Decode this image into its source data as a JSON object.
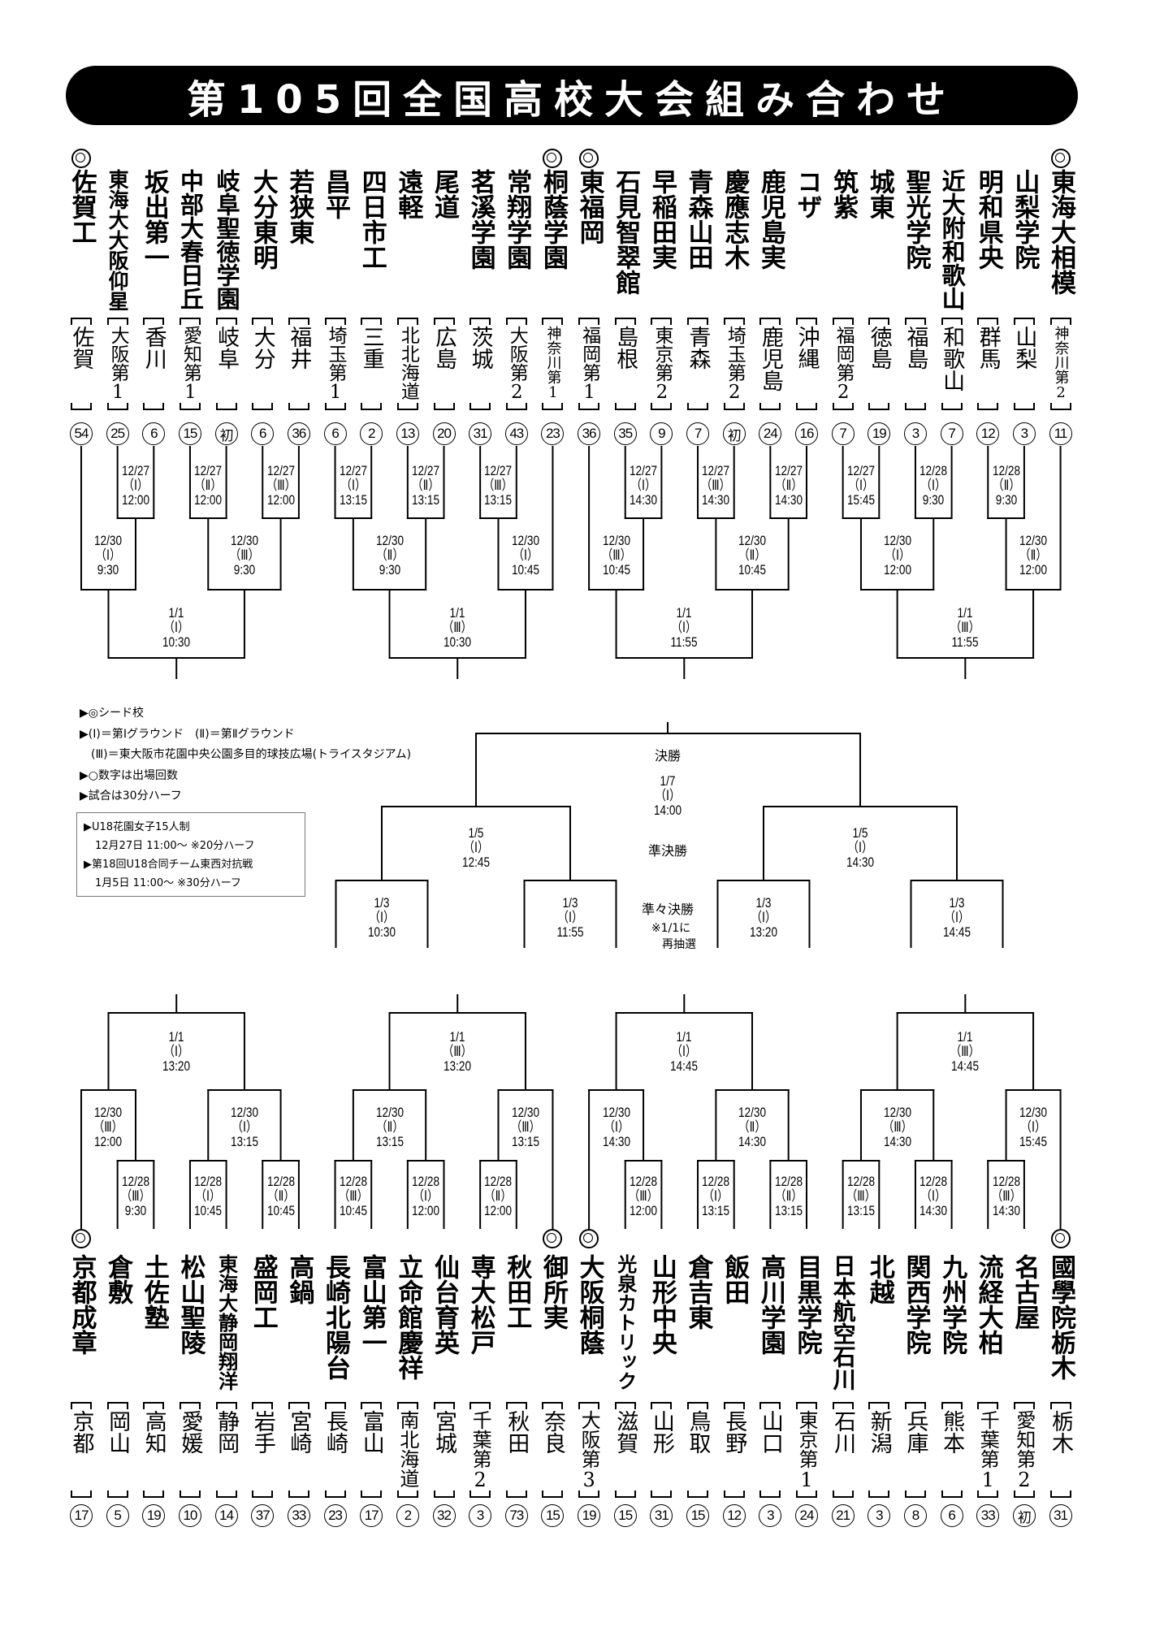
{
  "title": "第105回全国高校大会組み合わせ",
  "seed_mark": "◎",
  "legend": {
    "lines": [
      "▶◎シード校",
      "▶(Ⅰ)＝第Ⅰグラウンド　(Ⅱ)＝第Ⅱグラウンド",
      "(Ⅲ)＝東大阪市花園中央公園多目的球技広場(トライスタジアム)",
      "▶○数字は出場回数",
      "▶試合は30分ハーフ"
    ],
    "notice": [
      "▶U18花園女子15人制",
      "12月27日 11:00～ ※20分ハーフ",
      "▶第18回U18合同チーム東西対抗戦",
      "1月5日 11:00～ ※30分ハーフ"
    ]
  },
  "top": {
    "teams": [
      {
        "seed": true,
        "name": "佐賀工",
        "pref": "佐賀",
        "count": "54"
      },
      {
        "seed": false,
        "name": "東海大大阪仰星",
        "pref": "大阪第1",
        "count": "25"
      },
      {
        "seed": false,
        "name": "坂出第一",
        "pref": "香川",
        "count": "6"
      },
      {
        "seed": false,
        "name": "中部大春日丘",
        "pref": "愛知第1",
        "count": "15"
      },
      {
        "seed": false,
        "name": "岐阜聖徳学園",
        "pref": "岐阜",
        "count": "初"
      },
      {
        "seed": false,
        "name": "大分東明",
        "pref": "大分",
        "count": "6"
      },
      {
        "seed": false,
        "name": "若狭東",
        "pref": "福井",
        "count": "36"
      },
      {
        "seed": false,
        "name": "昌平",
        "pref": "埼玉第1",
        "count": "6"
      },
      {
        "seed": false,
        "name": "四日市工",
        "pref": "三重",
        "count": "2"
      },
      {
        "seed": false,
        "name": "遠軽",
        "pref": "北北海道",
        "count": "13"
      },
      {
        "seed": false,
        "name": "尾道",
        "pref": "広島",
        "count": "20"
      },
      {
        "seed": false,
        "name": "茗溪学園",
        "pref": "茨城",
        "count": "31"
      },
      {
        "seed": false,
        "name": "常翔学園",
        "pref": "大阪第2",
        "count": "43"
      },
      {
        "seed": true,
        "name": "桐蔭学園",
        "pref": "神奈川第1",
        "count": "23"
      },
      {
        "seed": true,
        "name": "東福岡",
        "pref": "福岡第1",
        "count": "36"
      },
      {
        "seed": false,
        "name": "石見智翠館",
        "pref": "島根",
        "count": "35"
      },
      {
        "seed": false,
        "name": "早稲田実",
        "pref": "東京第2",
        "count": "9"
      },
      {
        "seed": false,
        "name": "青森山田",
        "pref": "青森",
        "count": "7"
      },
      {
        "seed": false,
        "name": "慶應志木",
        "pref": "埼玉第2",
        "count": "初"
      },
      {
        "seed": false,
        "name": "鹿児島実",
        "pref": "鹿児島",
        "count": "24"
      },
      {
        "seed": false,
        "name": "コザ",
        "pref": "沖縄",
        "count": "16"
      },
      {
        "seed": false,
        "name": "筑紫",
        "pref": "福岡第2",
        "count": "7"
      },
      {
        "seed": false,
        "name": "城東",
        "pref": "徳島",
        "count": "19"
      },
      {
        "seed": false,
        "name": "聖光学院",
        "pref": "福島",
        "count": "3"
      },
      {
        "seed": false,
        "name": "近大附和歌山",
        "pref": "和歌山",
        "count": "7"
      },
      {
        "seed": false,
        "name": "明和県央",
        "pref": "群馬",
        "count": "12"
      },
      {
        "seed": false,
        "name": "山梨学院",
        "pref": "山梨",
        "count": "3"
      },
      {
        "seed": true,
        "name": "東海大相模",
        "pref": "神奈川第2",
        "count": "11"
      }
    ],
    "blocks": [
      {
        "r1": [
          [
            "12/27",
            "（Ⅰ）",
            "12:00"
          ],
          [
            "12/27",
            "（Ⅱ）",
            "12:00"
          ],
          [
            "12/27",
            "（Ⅲ）",
            "12:00"
          ]
        ],
        "r2": [
          [
            "12/30",
            "（Ⅰ）",
            "9:30"
          ],
          [
            "12/30",
            "（Ⅲ）",
            "9:30"
          ]
        ],
        "r3": [
          "1/1",
          "（Ⅰ）",
          "10:30"
        ]
      },
      {
        "r1": [
          [
            "12/27",
            "（Ⅰ）",
            "13:15"
          ],
          [
            "12/27",
            "（Ⅱ）",
            "13:15"
          ],
          [
            "12/27",
            "（Ⅲ）",
            "13:15"
          ]
        ],
        "r2": [
          [
            "12/30",
            "（Ⅱ）",
            "9:30"
          ],
          [
            "12/30",
            "（Ⅰ）",
            "10:45"
          ]
        ],
        "r3": [
          "1/1",
          "（Ⅲ）",
          "10:30"
        ]
      },
      {
        "r1": [
          [
            "12/27",
            "（Ⅰ）",
            "14:30"
          ],
          [
            "12/27",
            "（Ⅲ）",
            "14:30"
          ],
          [
            "12/27",
            "（Ⅱ）",
            "14:30"
          ]
        ],
        "r2": [
          [
            "12/30",
            "（Ⅲ）",
            "10:45"
          ],
          [
            "12/30",
            "（Ⅱ）",
            "10:45"
          ]
        ],
        "r3": [
          "1/1",
          "（Ⅰ）",
          "11:55"
        ]
      },
      {
        "r1": [
          [
            "12/27",
            "（Ⅰ）",
            "15:45"
          ],
          [
            "12/28",
            "（Ⅰ）",
            "9:30"
          ],
          [
            "12/28",
            "（Ⅱ）",
            "9:30"
          ]
        ],
        "r2": [
          [
            "12/30",
            "（Ⅰ）",
            "12:00"
          ],
          [
            "12/30",
            "（Ⅱ）",
            "12:00"
          ]
        ],
        "r3": [
          "1/1",
          "（Ⅲ）",
          "11:55"
        ]
      }
    ]
  },
  "bottom": {
    "teams": [
      {
        "seed": true,
        "name": "京都成章",
        "pref": "京都",
        "count": "17"
      },
      {
        "seed": false,
        "name": "倉敷",
        "pref": "岡山",
        "count": "5"
      },
      {
        "seed": false,
        "name": "土佐塾",
        "pref": "高知",
        "count": "19"
      },
      {
        "seed": false,
        "name": "松山聖陵",
        "pref": "愛媛",
        "count": "10"
      },
      {
        "seed": false,
        "name": "東海大静岡翔洋",
        "pref": "静岡",
        "count": "14"
      },
      {
        "seed": false,
        "name": "盛岡工",
        "pref": "岩手",
        "count": "37"
      },
      {
        "seed": false,
        "name": "高鍋",
        "pref": "宮崎",
        "count": "33"
      },
      {
        "seed": false,
        "name": "長崎北陽台",
        "pref": "長崎",
        "count": "23"
      },
      {
        "seed": false,
        "name": "富山第一",
        "pref": "富山",
        "count": "17"
      },
      {
        "seed": false,
        "name": "立命館慶祥",
        "pref": "南北海道",
        "count": "2"
      },
      {
        "seed": false,
        "name": "仙台育英",
        "pref": "宮城",
        "count": "32"
      },
      {
        "seed": false,
        "name": "専大松戸",
        "pref": "千葉第2",
        "count": "3"
      },
      {
        "seed": false,
        "name": "秋田工",
        "pref": "秋田",
        "count": "73"
      },
      {
        "seed": true,
        "name": "御所実",
        "pref": "奈良",
        "count": "15"
      },
      {
        "seed": true,
        "name": "大阪桐蔭",
        "pref": "大阪第3",
        "count": "19"
      },
      {
        "seed": false,
        "name": "光泉カトリック",
        "pref": "滋賀",
        "count": "15"
      },
      {
        "seed": false,
        "name": "山形中央",
        "pref": "山形",
        "count": "31"
      },
      {
        "seed": false,
        "name": "倉吉東",
        "pref": "鳥取",
        "count": "15"
      },
      {
        "seed": false,
        "name": "飯田",
        "pref": "長野",
        "count": "12"
      },
      {
        "seed": false,
        "name": "高川学園",
        "pref": "山口",
        "count": "3"
      },
      {
        "seed": false,
        "name": "目黒学院",
        "pref": "東京第1",
        "count": "24"
      },
      {
        "seed": false,
        "name": "日本航空石川",
        "pref": "石川",
        "count": "21"
      },
      {
        "seed": false,
        "name": "北越",
        "pref": "新潟",
        "count": "3"
      },
      {
        "seed": false,
        "name": "関西学院",
        "pref": "兵庫",
        "count": "8"
      },
      {
        "seed": false,
        "name": "九州学院",
        "pref": "熊本",
        "count": "6"
      },
      {
        "seed": false,
        "name": "流経大柏",
        "pref": "千葉第1",
        "count": "33"
      },
      {
        "seed": false,
        "name": "名古屋",
        "pref": "愛知第2",
        "count": "初"
      },
      {
        "seed": true,
        "name": "國學院栃木",
        "pref": "栃木",
        "count": "31"
      }
    ],
    "blocks": [
      {
        "r1": [
          [
            "12/28",
            "（Ⅲ）",
            "9:30"
          ],
          [
            "12/28",
            "（Ⅰ）",
            "10:45"
          ],
          [
            "12/28",
            "（Ⅱ）",
            "10:45"
          ]
        ],
        "r2": [
          [
            "12/30",
            "（Ⅲ）",
            "12:00"
          ],
          [
            "12/30",
            "（Ⅰ）",
            "13:15"
          ]
        ],
        "r3": [
          "1/1",
          "（Ⅰ）",
          "13:20"
        ]
      },
      {
        "r1": [
          [
            "12/28",
            "（Ⅲ）",
            "10:45"
          ],
          [
            "12/28",
            "（Ⅰ）",
            "12:00"
          ],
          [
            "12/28",
            "（Ⅱ）",
            "12:00"
          ]
        ],
        "r2": [
          [
            "12/30",
            "（Ⅱ）",
            "13:15"
          ],
          [
            "12/30",
            "（Ⅲ）",
            "13:15"
          ]
        ],
        "r3": [
          "1/1",
          "（Ⅲ）",
          "13:20"
        ]
      },
      {
        "r1": [
          [
            "12/28",
            "（Ⅲ）",
            "12:00"
          ],
          [
            "12/28",
            "（Ⅰ）",
            "13:15"
          ],
          [
            "12/28",
            "（Ⅱ）",
            "13:15"
          ]
        ],
        "r2": [
          [
            "12/30",
            "（Ⅰ）",
            "14:30"
          ],
          [
            "12/30",
            "（Ⅱ）",
            "14:30"
          ]
        ],
        "r3": [
          "1/1",
          "（Ⅰ）",
          "14:45"
        ]
      },
      {
        "r1": [
          [
            "12/28",
            "（Ⅲ）",
            "13:15"
          ],
          [
            "12/28",
            "（Ⅰ）",
            "14:30"
          ],
          [
            "12/28",
            "（Ⅲ）",
            "14:30"
          ]
        ],
        "r2": [
          [
            "12/30",
            "（Ⅲ）",
            "14:30"
          ],
          [
            "12/30",
            "（Ⅰ）",
            "15:45"
          ]
        ],
        "r3": [
          "1/1",
          "（Ⅲ）",
          "14:45"
        ]
      }
    ]
  },
  "finals": {
    "final_label": "決勝",
    "final": [
      "1/7",
      "（Ⅰ）",
      "14:00"
    ],
    "semi_label": "準決勝",
    "semis": [
      [
        "1/5",
        "（Ⅰ）",
        "12:45"
      ],
      [
        "1/5",
        "（Ⅰ）",
        "14:30"
      ]
    ],
    "qf_label": "準々決勝",
    "qf_note_1": "※1/1に",
    "qf_note_2": "再抽選",
    "qf": [
      [
        "1/3",
        "（Ⅰ）",
        "10:30"
      ],
      [
        "1/3",
        "（Ⅰ）",
        "11:55"
      ],
      [
        "1/3",
        "（Ⅰ）",
        "13:20"
      ],
      [
        "1/3",
        "（Ⅰ）",
        "14:45"
      ]
    ]
  }
}
